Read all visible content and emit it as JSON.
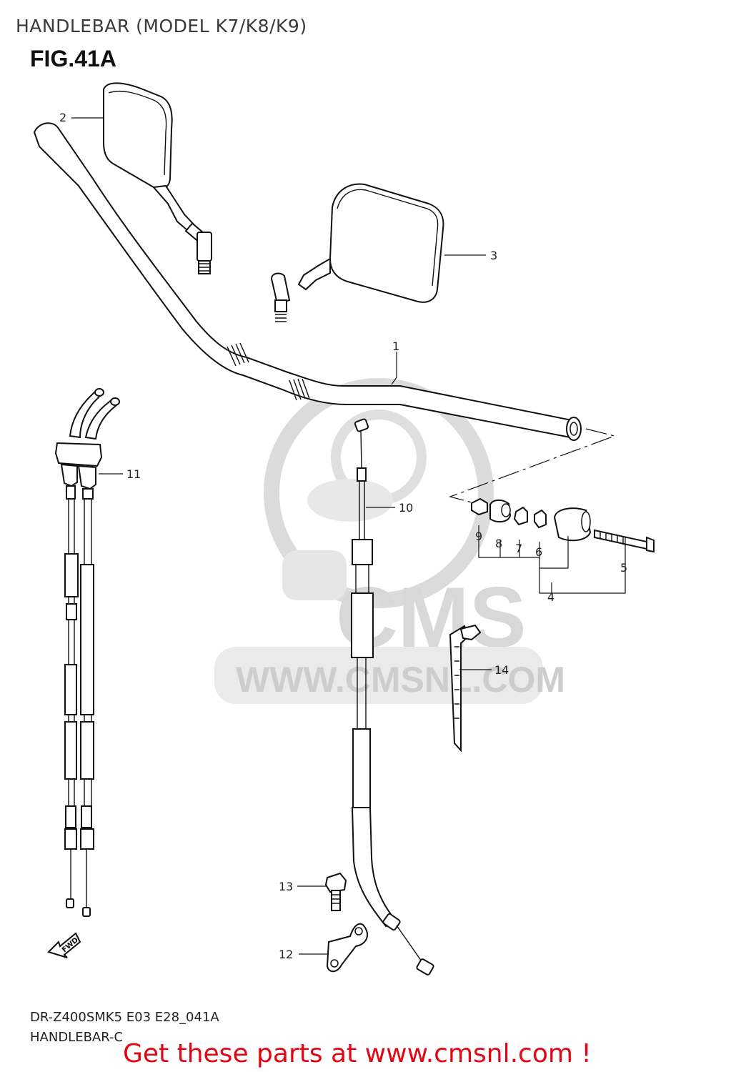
{
  "header": {
    "title": "HANDLEBAR (MODEL K7/K8/K9)",
    "figure": "FIG.41A"
  },
  "watermark": {
    "brand": "CMS",
    "url": "WWW.CMSNL.COM",
    "color": "#d4d4d4"
  },
  "callouts": [
    "1",
    "2",
    "3",
    "4",
    "5",
    "6",
    "7",
    "8",
    "9",
    "10",
    "11",
    "12",
    "13",
    "14"
  ],
  "arrow_label": "FWD",
  "footer": {
    "line1": "DR-Z400SMK5 E03 E28_041A",
    "line2": "HANDLEBAR-C",
    "promo": "Get these parts at www.cmsnl.com !",
    "promo_color": "#e30613"
  }
}
